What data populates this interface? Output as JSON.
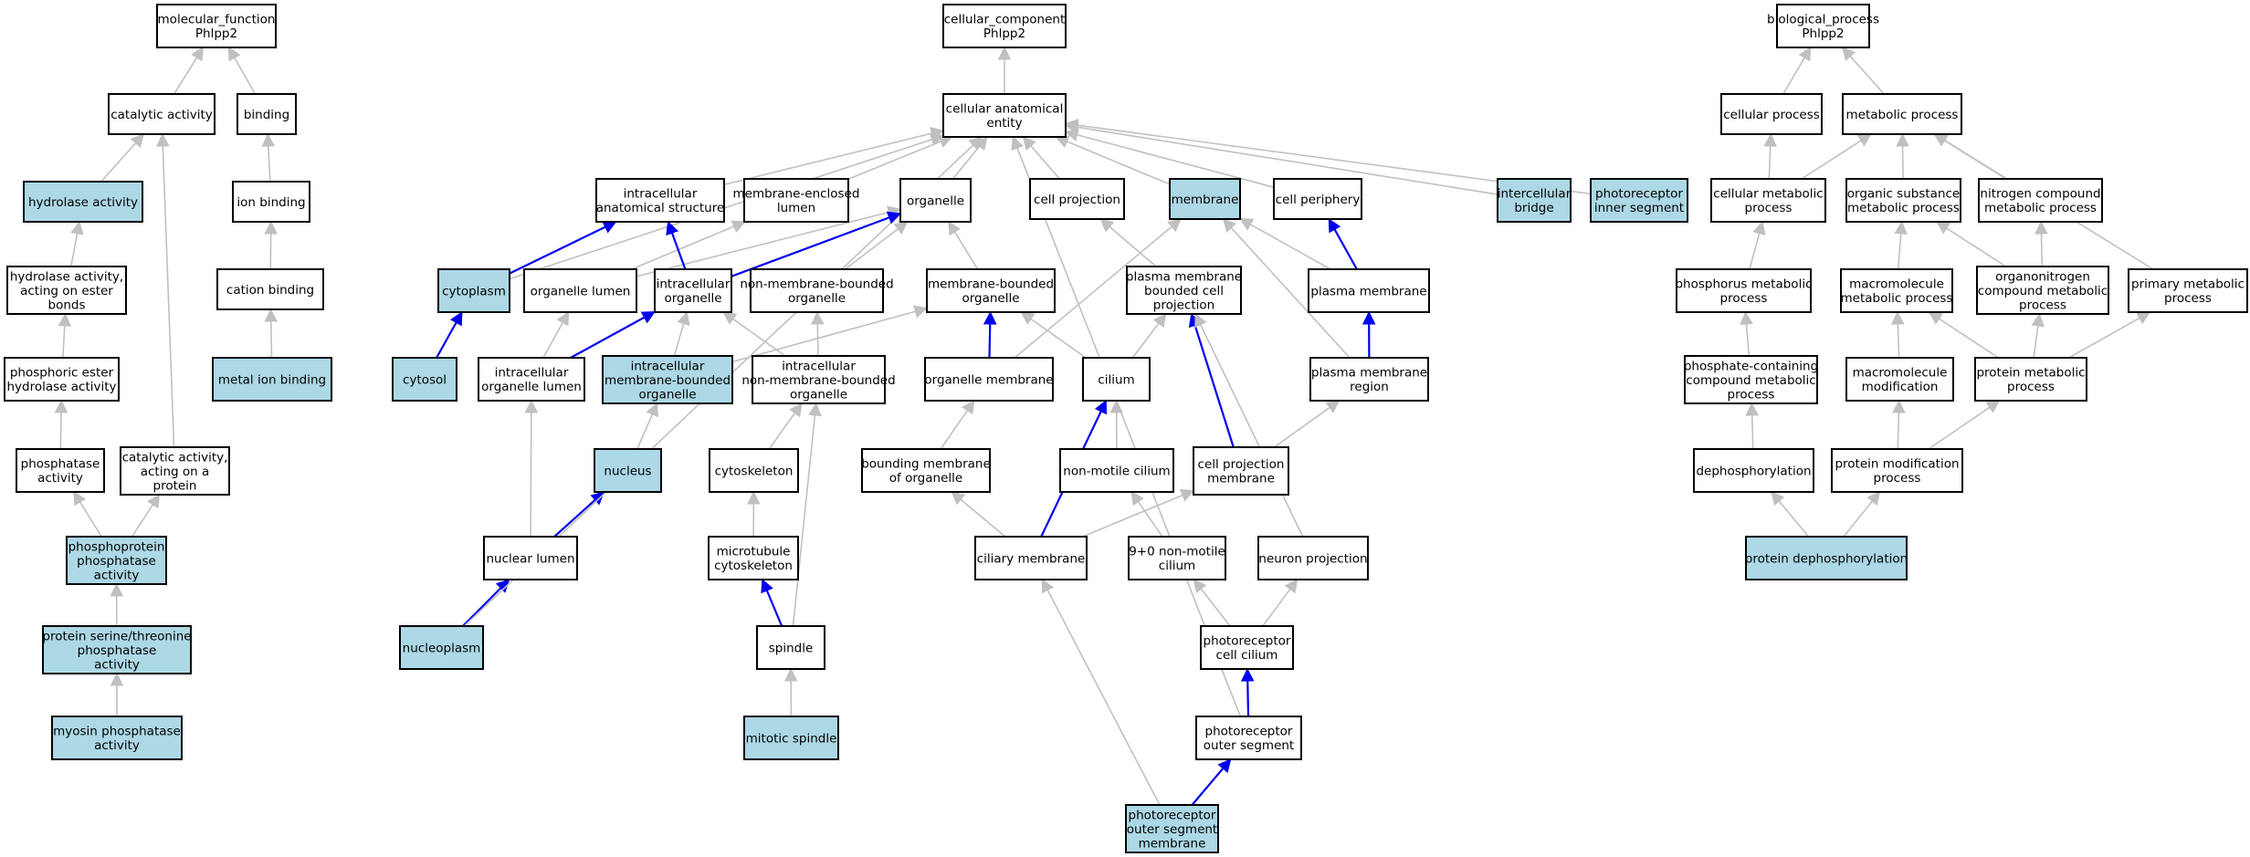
{
  "colors": {
    "highlight": "#add8e6",
    "plain": "#ffffff",
    "is_a_edge": "#c0c0c0",
    "part_of_edge": "#0000ee"
  },
  "nodes": {
    "mf_root": {
      "lines": [
        "molecular_function",
        "Phlpp2"
      ],
      "highlight": false
    },
    "catalytic_activity": {
      "lines": [
        "catalytic activity"
      ],
      "highlight": false
    },
    "binding": {
      "lines": [
        "binding"
      ],
      "highlight": false
    },
    "hydrolase_activity": {
      "lines": [
        "hydrolase activity"
      ],
      "highlight": true
    },
    "ion_binding": {
      "lines": [
        "ion binding"
      ],
      "highlight": false
    },
    "hydrolase_ester": {
      "lines": [
        "hydrolase activity,",
        "acting on ester",
        "bonds"
      ],
      "highlight": false
    },
    "cation_binding": {
      "lines": [
        "cation binding"
      ],
      "highlight": false
    },
    "phosphoric_ester": {
      "lines": [
        "phosphoric ester",
        "hydrolase activity"
      ],
      "highlight": false
    },
    "metal_ion_binding": {
      "lines": [
        "metal ion binding"
      ],
      "highlight": true
    },
    "phosphatase_activity": {
      "lines": [
        "phosphatase",
        "activity"
      ],
      "highlight": false
    },
    "catalytic_protein": {
      "lines": [
        "catalytic activity,",
        "acting on a",
        "protein"
      ],
      "highlight": false
    },
    "phosphoprotein_phosphatase": {
      "lines": [
        "phosphoprotein",
        "phosphatase",
        "activity"
      ],
      "highlight": true
    },
    "ser_thr_phosphatase": {
      "lines": [
        "protein serine/threonine",
        "phosphatase",
        "activity"
      ],
      "highlight": true
    },
    "myosin_phosphatase": {
      "lines": [
        "myosin phosphatase",
        "activity"
      ],
      "highlight": true
    },
    "cc_root": {
      "lines": [
        "cellular_component",
        "Phlpp2"
      ],
      "highlight": false
    },
    "cellular_anatomical_entity": {
      "lines": [
        "cellular anatomical",
        "entity"
      ],
      "highlight": false
    },
    "intracellular_anatomical": {
      "lines": [
        "intracellular",
        "anatomical structure"
      ],
      "highlight": false
    },
    "membrane_enclosed_lumen": {
      "lines": [
        "membrane-enclosed",
        "lumen"
      ],
      "highlight": false
    },
    "organelle": {
      "lines": [
        "organelle"
      ],
      "highlight": false
    },
    "cell_projection": {
      "lines": [
        "cell projection"
      ],
      "highlight": false
    },
    "membrane": {
      "lines": [
        "membrane"
      ],
      "highlight": true
    },
    "cell_periphery": {
      "lines": [
        "cell periphery"
      ],
      "highlight": false
    },
    "intercellular_bridge": {
      "lines": [
        "intercellular",
        "bridge"
      ],
      "highlight": true
    },
    "photoreceptor_inner_segment": {
      "lines": [
        "photoreceptor",
        "inner segment"
      ],
      "highlight": true
    },
    "cytoplasm": {
      "lines": [
        "cytoplasm"
      ],
      "highlight": true
    },
    "organelle_lumen": {
      "lines": [
        "organelle lumen"
      ],
      "highlight": false
    },
    "intracellular_organelle": {
      "lines": [
        "intracellular",
        "organelle"
      ],
      "highlight": false
    },
    "non_membrane_bounded_organelle": {
      "lines": [
        "non-membrane-bounded",
        "organelle"
      ],
      "highlight": false
    },
    "membrane_bounded_organelle": {
      "lines": [
        "membrane-bounded",
        "organelle"
      ],
      "highlight": false
    },
    "pm_bounded_cell_projection": {
      "lines": [
        "plasma membrane",
        "bounded cell",
        "projection"
      ],
      "highlight": false
    },
    "plasma_membrane": {
      "lines": [
        "plasma membrane"
      ],
      "highlight": false
    },
    "cytosol": {
      "lines": [
        "cytosol"
      ],
      "highlight": true
    },
    "intracellular_organelle_lumen": {
      "lines": [
        "intracellular",
        "organelle lumen"
      ],
      "highlight": false
    },
    "intracellular_mb_organelle": {
      "lines": [
        "intracellular",
        "membrane-bounded",
        "organelle"
      ],
      "highlight": true
    },
    "intracellular_nmb_organelle": {
      "lines": [
        "intracellular",
        "non-membrane-bounded",
        "organelle"
      ],
      "highlight": false
    },
    "organelle_membrane": {
      "lines": [
        "organelle membrane"
      ],
      "highlight": false
    },
    "cilium": {
      "lines": [
        "cilium"
      ],
      "highlight": false
    },
    "plasma_membrane_region": {
      "lines": [
        "plasma membrane",
        "region"
      ],
      "highlight": false
    },
    "nucleus": {
      "lines": [
        "nucleus"
      ],
      "highlight": true
    },
    "cytoskeleton": {
      "lines": [
        "cytoskeleton"
      ],
      "highlight": false
    },
    "bounding_membrane": {
      "lines": [
        "bounding membrane",
        "of organelle"
      ],
      "highlight": false
    },
    "non_motile_cilium": {
      "lines": [
        "non-motile cilium"
      ],
      "highlight": false
    },
    "cell_projection_membrane": {
      "lines": [
        "cell projection",
        "membrane"
      ],
      "highlight": false
    },
    "nuclear_lumen": {
      "lines": [
        "nuclear lumen"
      ],
      "highlight": false
    },
    "microtubule_cytoskeleton": {
      "lines": [
        "microtubule",
        "cytoskeleton"
      ],
      "highlight": false
    },
    "ciliary_membrane": {
      "lines": [
        "ciliary membrane"
      ],
      "highlight": false
    },
    "nine_zero_cilium": {
      "lines": [
        "9+0 non-motile",
        "cilium"
      ],
      "highlight": false
    },
    "neuron_projection": {
      "lines": [
        "neuron projection"
      ],
      "highlight": false
    },
    "nucleoplasm": {
      "lines": [
        "nucleoplasm"
      ],
      "highlight": true
    },
    "spindle": {
      "lines": [
        "spindle"
      ],
      "highlight": false
    },
    "photoreceptor_cell_cilium": {
      "lines": [
        "photoreceptor",
        "cell cilium"
      ],
      "highlight": false
    },
    "mitotic_spindle": {
      "lines": [
        "mitotic spindle"
      ],
      "highlight": true
    },
    "photoreceptor_outer_segment": {
      "lines": [
        "photoreceptor",
        "outer segment"
      ],
      "highlight": false
    },
    "pos_membrane": {
      "lines": [
        "photoreceptor",
        "outer segment",
        "membrane"
      ],
      "highlight": true
    },
    "bp_root": {
      "lines": [
        "biological_process",
        "Phlpp2"
      ],
      "highlight": false
    },
    "cellular_process": {
      "lines": [
        "cellular process"
      ],
      "highlight": false
    },
    "metabolic_process": {
      "lines": [
        "metabolic process"
      ],
      "highlight": false
    },
    "cellular_metabolic": {
      "lines": [
        "cellular metabolic",
        "process"
      ],
      "highlight": false
    },
    "organic_substance_metabolic": {
      "lines": [
        "organic substance",
        "metabolic process"
      ],
      "highlight": false
    },
    "nitrogen_compound_metabolic": {
      "lines": [
        "nitrogen compound",
        "metabolic process"
      ],
      "highlight": false
    },
    "phosphorus_metabolic": {
      "lines": [
        "phosphorus metabolic",
        "process"
      ],
      "highlight": false
    },
    "macromolecule_metabolic": {
      "lines": [
        "macromolecule",
        "metabolic process"
      ],
      "highlight": false
    },
    "organonitrogen_metabolic": {
      "lines": [
        "organonitrogen",
        "compound metabolic",
        "process"
      ],
      "highlight": false
    },
    "primary_metabolic": {
      "lines": [
        "primary metabolic",
        "process"
      ],
      "highlight": false
    },
    "phosphate_containing": {
      "lines": [
        "phosphate-containing",
        "compound metabolic",
        "process"
      ],
      "highlight": false
    },
    "macromolecule_modification": {
      "lines": [
        "macromolecule",
        "modification"
      ],
      "highlight": false
    },
    "protein_metabolic": {
      "lines": [
        "protein metabolic",
        "process"
      ],
      "highlight": false
    },
    "dephosphorylation": {
      "lines": [
        "dephosphorylation"
      ],
      "highlight": false
    },
    "protein_modification": {
      "lines": [
        "protein modification",
        "process"
      ],
      "highlight": false
    },
    "protein_dephosphorylation": {
      "lines": [
        "protein dephosphorylation"
      ],
      "highlight": true
    }
  }
}
